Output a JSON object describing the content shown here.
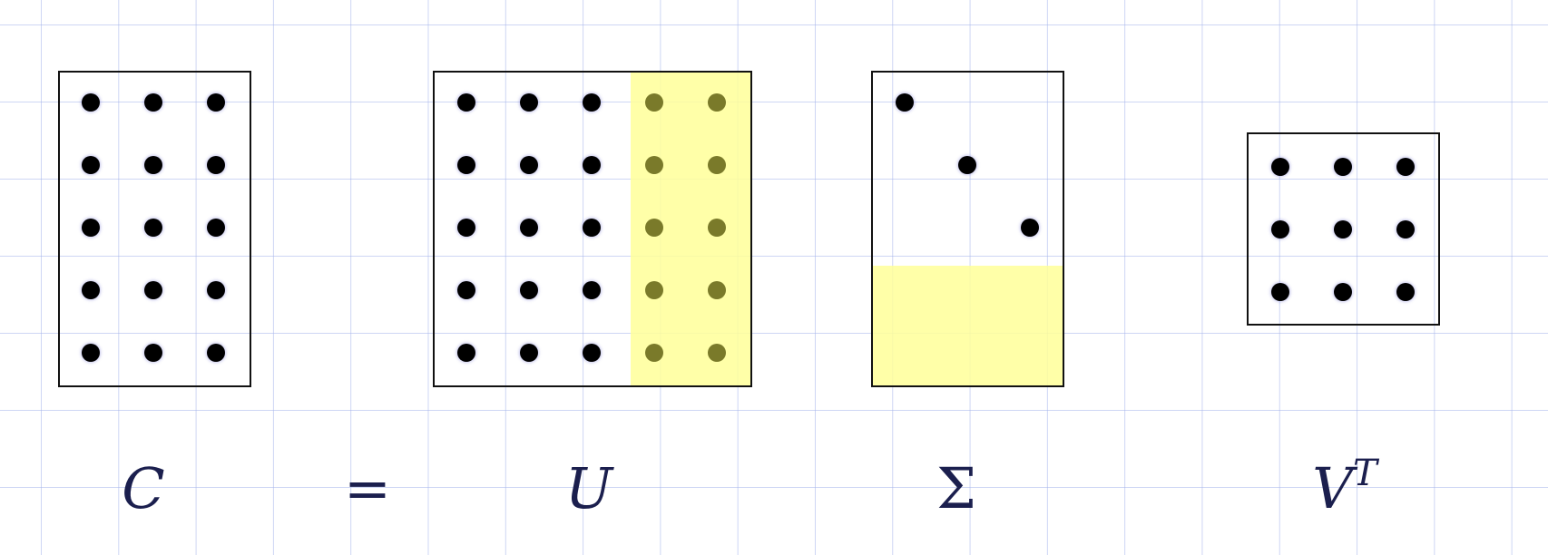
{
  "equation": {
    "lhs": "C",
    "equals": "=",
    "u": "U",
    "sigma": "Σ",
    "vt_base": "V",
    "vt_sup": "T"
  },
  "matrices": {
    "C": {
      "rows": 5,
      "cols": 3,
      "pattern": "full"
    },
    "U": {
      "rows": 5,
      "cols": 5,
      "pattern": "full",
      "highlighted_columns": [
        4,
        5
      ]
    },
    "Sigma": {
      "rows": 5,
      "cols": 3,
      "pattern": "diagonal",
      "highlighted_rows": [
        4,
        5
      ]
    },
    "VT": {
      "rows": 3,
      "cols": 3,
      "pattern": "full"
    }
  },
  "colors": {
    "highlight": "#ffff99",
    "dot": "#000000",
    "dot_in_highlight": "#7a7a2a",
    "grid": "#a5b4eb",
    "label": "#1b1f4e"
  }
}
